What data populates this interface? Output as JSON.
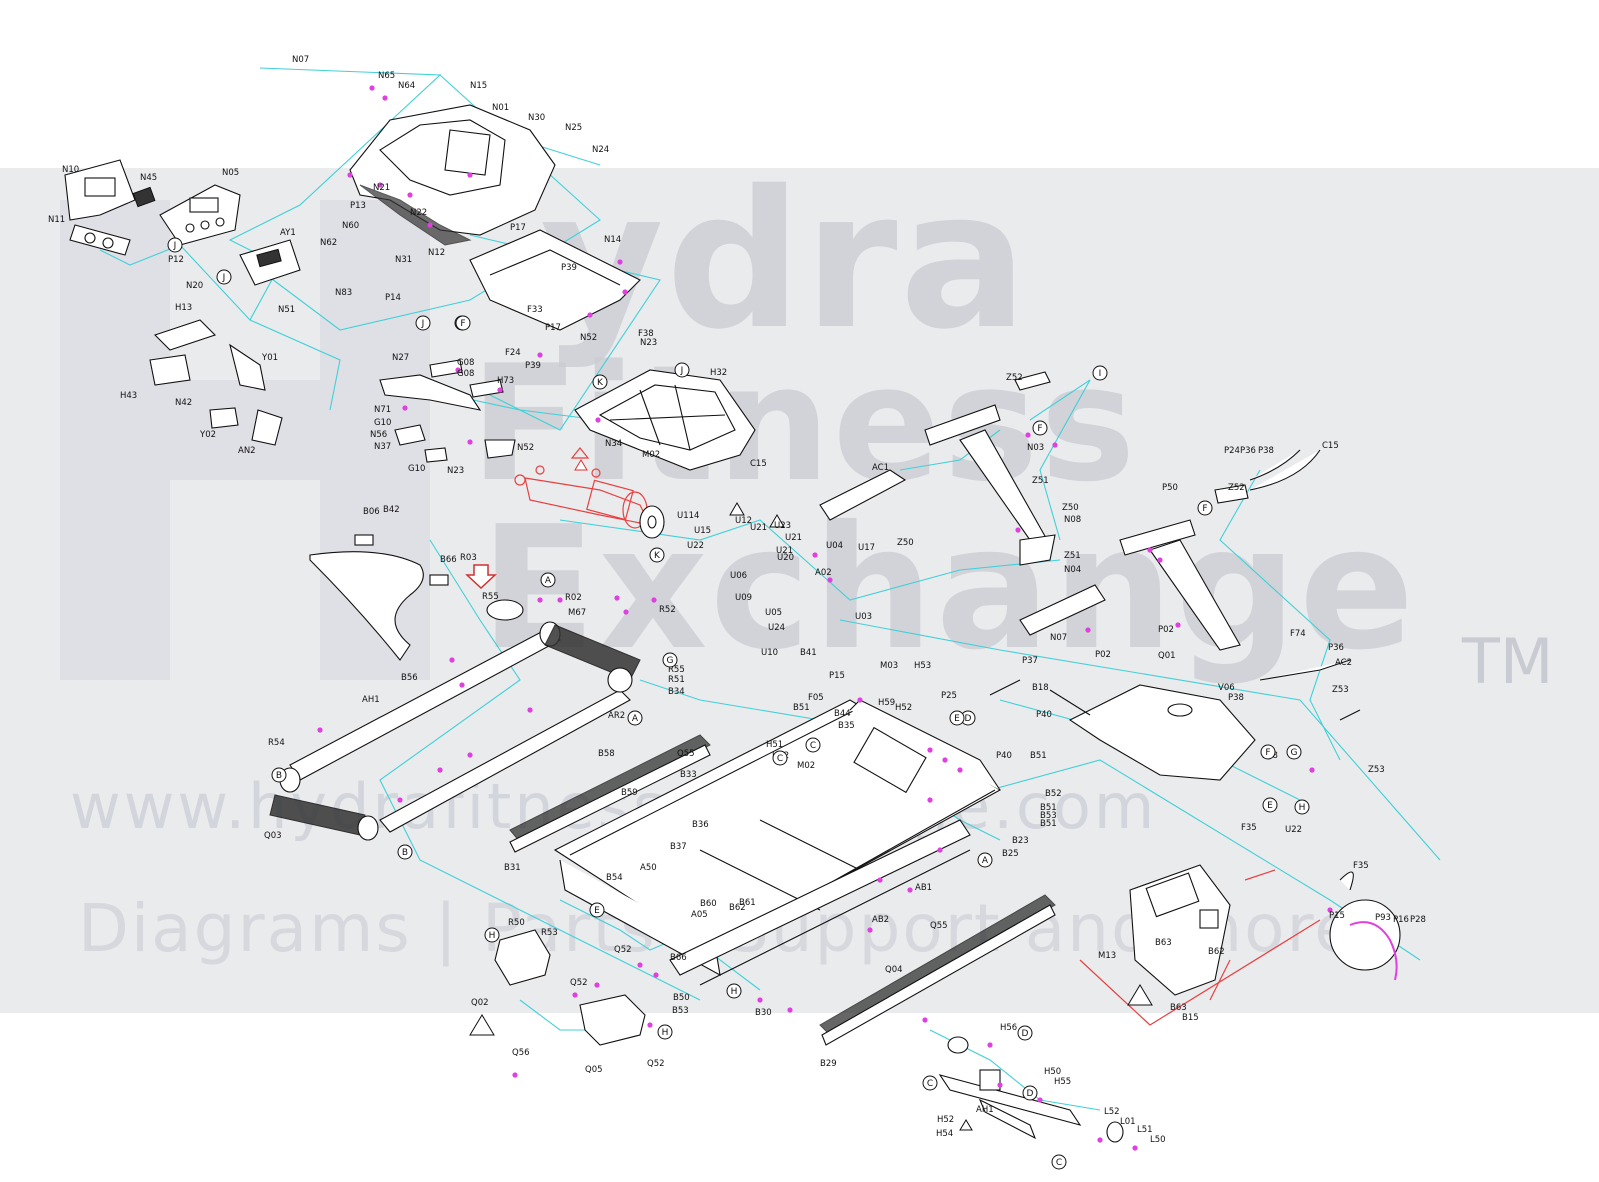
{
  "watermark": {
    "brand_line1": "ydra",
    "brand_line2": "Fitness",
    "brand_line3": "Exchange",
    "trademark": "TM",
    "url": "www.hydrafitnessexchange.com",
    "tagline": "Diagrams | Parts | Support and more"
  },
  "colors": {
    "leader_lines": "#40d0d8",
    "highlight_motor": "#e84040",
    "screws": "#e040e0",
    "band": "#e8e9ec"
  },
  "part_labels": [
    "N07",
    "N65",
    "N64",
    "N15",
    "N01",
    "N30",
    "N25",
    "N24",
    "N10",
    "N45",
    "N05",
    "N21",
    "N11",
    "P13",
    "N22",
    "AY1",
    "N62",
    "N60",
    "N31",
    "P12",
    "N20",
    "N83",
    "P14",
    "N51",
    "N12",
    "H13",
    "Y01",
    "H43",
    "N42",
    "Y02",
    "AN2",
    "N14",
    "P39",
    "P17",
    "F33",
    "P17",
    "N52",
    "F38",
    "F24",
    "P39",
    "N23",
    "N27",
    "G08",
    "G08",
    "H73",
    "N71",
    "G10",
    "N56",
    "N37",
    "G10",
    "N23",
    "N52",
    "N34",
    "M02",
    "H32",
    "C15",
    "Z52",
    "N03",
    "AC1",
    "Z51",
    "Z50",
    "N08",
    "Z50",
    "Z51",
    "N04",
    "N07",
    "P02",
    "P24",
    "P36",
    "P38",
    "C15",
    "Z52",
    "P50",
    "P02",
    "F74",
    "P36",
    "AC2",
    "V06",
    "Q01",
    "P38",
    "Z53",
    "P38",
    "Z53",
    "F35",
    "U22",
    "U114",
    "U12",
    "U21",
    "U23",
    "U21",
    "U21",
    "U20",
    "U22",
    "U15",
    "U06",
    "U17",
    "U04",
    "U03",
    "A02",
    "U09",
    "U24",
    "U05",
    "U10",
    "B41",
    "B06",
    "B42",
    "B66",
    "R03",
    "R55",
    "R02",
    "M67",
    "R52",
    "R55",
    "R51",
    "B34",
    "B56",
    "AH1",
    "AR2",
    "R54",
    "Q03",
    "B58",
    "Q55",
    "B31",
    "B33",
    "B59",
    "B36",
    "B37",
    "P15",
    "F05",
    "B51",
    "B44",
    "B35",
    "H51",
    "H52",
    "M02",
    "M03",
    "H53",
    "H52",
    "H59",
    "P25",
    "P37",
    "B18",
    "P40",
    "P40",
    "B51",
    "B52",
    "B51",
    "B53",
    "B51",
    "B23",
    "B25",
    "AB1",
    "AB2",
    "Q04",
    "Q55",
    "B29",
    "A50",
    "B54",
    "B60",
    "Q52",
    "R50",
    "R53",
    "B61",
    "B62",
    "A05",
    "B66",
    "B30",
    "Q02",
    "Q52",
    "Q56",
    "Q05",
    "Q52",
    "B50",
    "B53",
    "H56",
    "H50",
    "H55",
    "H52",
    "H54",
    "AH1",
    "L52",
    "L01",
    "L51",
    "L50",
    "F35",
    "P15",
    "P93",
    "P16",
    "P28",
    "B63",
    "B62",
    "B63",
    "M13",
    "B15"
  ],
  "circle_markers": [
    "J",
    "J",
    "K",
    "E",
    "J",
    "D",
    "I",
    "F",
    "F",
    "F",
    "A",
    "A",
    "G",
    "C",
    "B",
    "B",
    "H",
    "E",
    "D",
    "E",
    "A",
    "C",
    "H",
    "H",
    "C",
    "D",
    "C",
    "E",
    "F",
    "G",
    "H",
    "J",
    "K"
  ]
}
